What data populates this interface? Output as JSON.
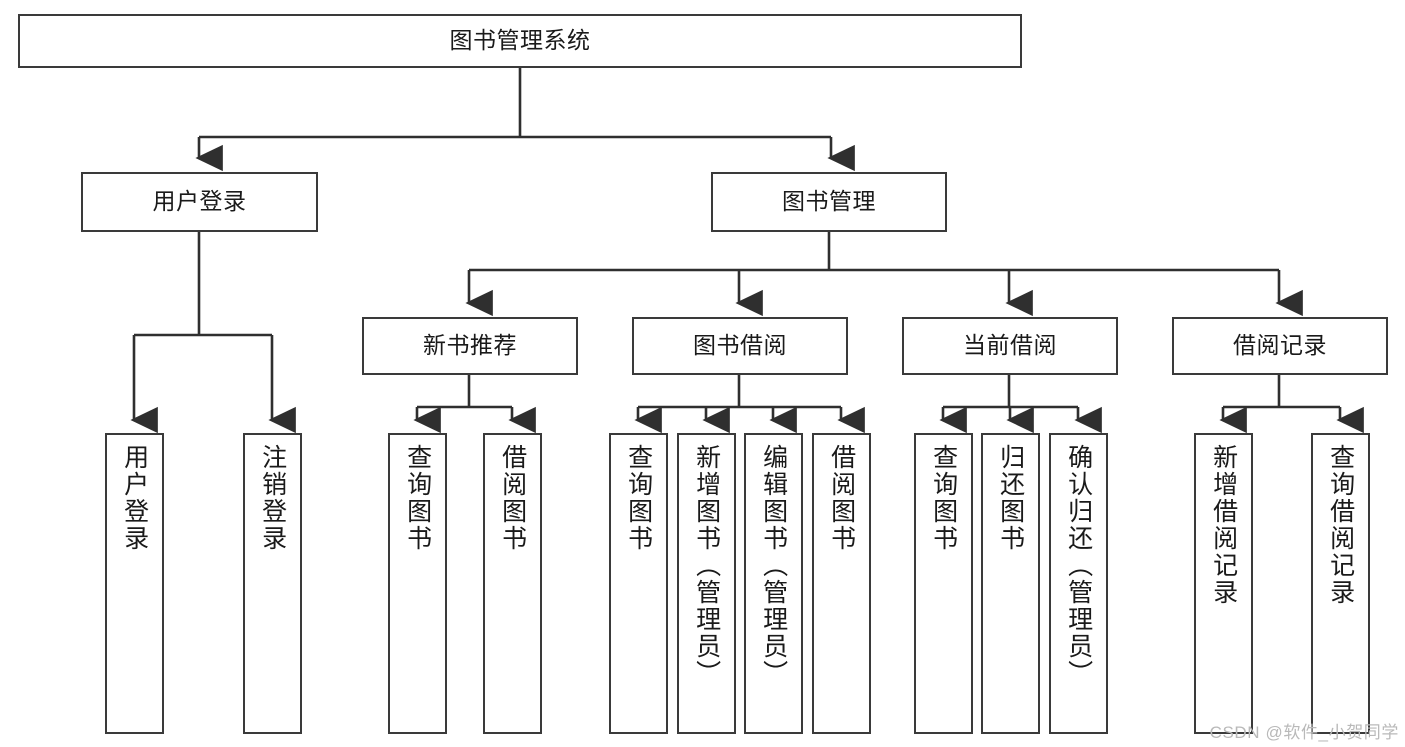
{
  "diagram": {
    "title": "图书管理系统",
    "type": "tree",
    "watermark": "CSDN @软件_小贺同学",
    "colors": {
      "box_border": "#3a3a3a",
      "box_fill": "#ffffff",
      "edge": "#2f2f2f",
      "text": "#1a1a1a",
      "watermark": "#b9b9b9"
    },
    "nodes": {
      "root": {
        "label": "图书管理系统"
      },
      "level2": [
        {
          "id": "user-login",
          "label": "用户登录"
        },
        {
          "id": "book-manage",
          "label": "图书管理"
        }
      ],
      "level3": [
        {
          "id": "new-book-recommend",
          "label": "新书推荐"
        },
        {
          "id": "book-borrow",
          "label": "图书借阅"
        },
        {
          "id": "current-borrow",
          "label": "当前借阅"
        },
        {
          "id": "borrow-record",
          "label": "借阅记录"
        }
      ],
      "leaves": {
        "user-login": [
          {
            "id": "leaf-user-login",
            "label": "用户登录"
          },
          {
            "id": "leaf-logout",
            "label": "注销登录"
          }
        ],
        "new-book-recommend": [
          {
            "id": "leaf-query-book-1",
            "label": "查询图书"
          },
          {
            "id": "leaf-borrow-book-1",
            "label": "借阅图书"
          }
        ],
        "book-borrow": [
          {
            "id": "leaf-query-book-2",
            "label": "查询图书"
          },
          {
            "id": "leaf-add-book",
            "label": "新增图书（管理员）"
          },
          {
            "id": "leaf-edit-book",
            "label": "编辑图书（管理员）"
          },
          {
            "id": "leaf-borrow-book-2",
            "label": "借阅图书"
          }
        ],
        "current-borrow": [
          {
            "id": "leaf-query-book-3",
            "label": "查询图书"
          },
          {
            "id": "leaf-return-book",
            "label": "归还图书"
          },
          {
            "id": "leaf-confirm-return",
            "label": "确认归还（管理员）"
          }
        ],
        "borrow-record": [
          {
            "id": "leaf-add-record",
            "label": "新增借阅记录"
          },
          {
            "id": "leaf-query-record",
            "label": "查询借阅记录"
          }
        ]
      }
    }
  }
}
